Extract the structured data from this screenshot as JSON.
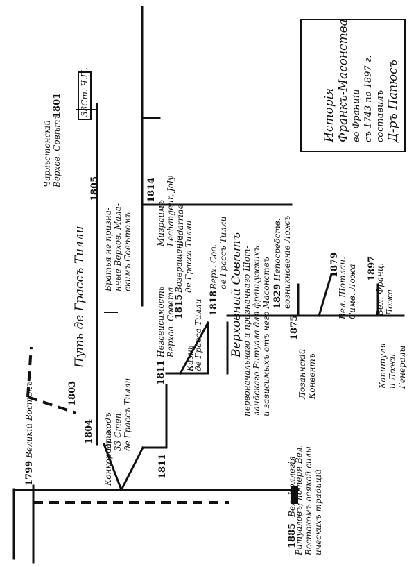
{
  "title": {
    "line1": "Исторія",
    "line2": "Франкъ-Масонства",
    "line3": "во Франціи",
    "line4": "съ 1743 по 1897 г.",
    "line5": "составилъ",
    "line6": "Д-ръ Папюсъ"
  },
  "nodes": {
    "n1799_year": "1799",
    "n1799_label": "Великій Востокъ",
    "n1885_year": "1885",
    "n1885_label": "Вел. Коллегія",
    "n1885_note1": "Ритуаловъ; потеря Вел.",
    "n1885_note2": "Востокомъ всякой силы",
    "n1885_note3": "ическихъ традицій",
    "concordat": "Конкордатъ",
    "n1804_year": "1804",
    "n1804_label1": "Приходъ",
    "n1804_label2": "33 Степ.",
    "n1804_label3": "де Грассъ Тилли",
    "n1803_year": "1803",
    "n1803_label": "Путь де Грассъ Тилли",
    "n1811_year": "1811",
    "independence_year": "1811",
    "independence_label1": "Независимость",
    "independence_label2": "Верхов. Совета",
    "n1815_year": "1815",
    "n1815_label1": "Возвращеніе",
    "n1815_label2": "де Грасса Тилли",
    "execution_label1": "Казнь",
    "execution_label2": "де Грасса Тилли",
    "n1818_year": "1818",
    "n1818_label1": "Верх. Сов.",
    "n1818_label2": "де Грассъ Тилли",
    "supreme_council": "Верховный Совѣтъ",
    "supreme_note1": "первоначальнаго и признаннаго Шот-",
    "supreme_note2": "ландскаго Ритуала для французскихъ",
    "supreme_note3": "и зависимыхъ отъ него Масонствъ",
    "n1829_year": "1829",
    "n1829_label1": "Непосредств.",
    "n1829_label2": "возникновеніе Ложъ",
    "n1805_year": "1805",
    "n1805_label1": "Братья не призна-",
    "n1805_label2": "нные Верхов. Мала-",
    "n1805_label3": "скимъ Совѣтомъ",
    "n1814_year": "1814",
    "n1814_label1": "Мизраимъ",
    "n1814_label2": "Lechangeur, Joly",
    "n1814_label3": "Badarride",
    "n1801_year": "1801",
    "n1801_label1": "Чарльстонскій",
    "n1801_label2": "Верхов. Совѣтъ",
    "box_33": "33Ст. Ч.П.",
    "n1875_year": "1875",
    "n1875_label1": "Лозаннскій",
    "n1875_label2": "Конвентъ",
    "n1879_year": "1879",
    "n1879_label1": "Вел. Шотлан.",
    "n1879_label2": "Симв. Ложа",
    "n1897_year": "1897",
    "n1897_label1": "Вел. Франц.",
    "n1897_label2": "Ложа",
    "capitulation_label1": "Капитуля",
    "capitulation_label2": "и Ложи",
    "capitulation_label3": "Генералы"
  }
}
